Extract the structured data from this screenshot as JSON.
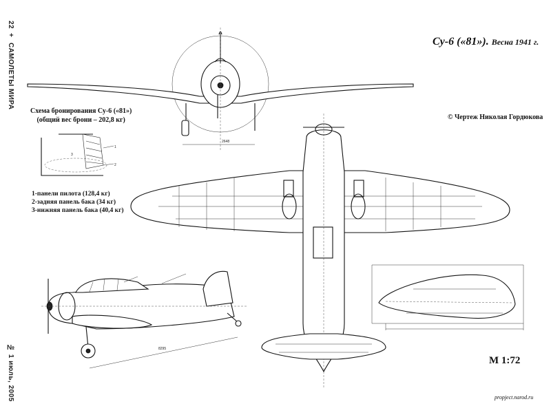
{
  "header": {
    "page_number": "22",
    "plus_mark": "+",
    "magazine": "САМОЛЕТЫ МИРА"
  },
  "footer_side": {
    "issue": "№ 1 июль, 2005"
  },
  "title": {
    "main": "Су-6 («81»).",
    "sub": "Весна 1941 г."
  },
  "credit": "© Чертеж Николая Гордюкова",
  "armor_schema": {
    "heading": "Схема бронирования Су-6 («81»)",
    "subheading": "(общий вес брони – 202,8 кг)",
    "callouts": [
      "1",
      "2",
      "3"
    ],
    "legend": [
      "1-панели пилота (128,4 кг)",
      "2-задняя панель бака (34 кг)",
      "3-нижняя панель бака (40,4 кг)"
    ]
  },
  "dimensions": {
    "front_track": "2648",
    "side_length": "8295"
  },
  "scale": "M 1:72",
  "watermark": "propject.narod.ru"
}
